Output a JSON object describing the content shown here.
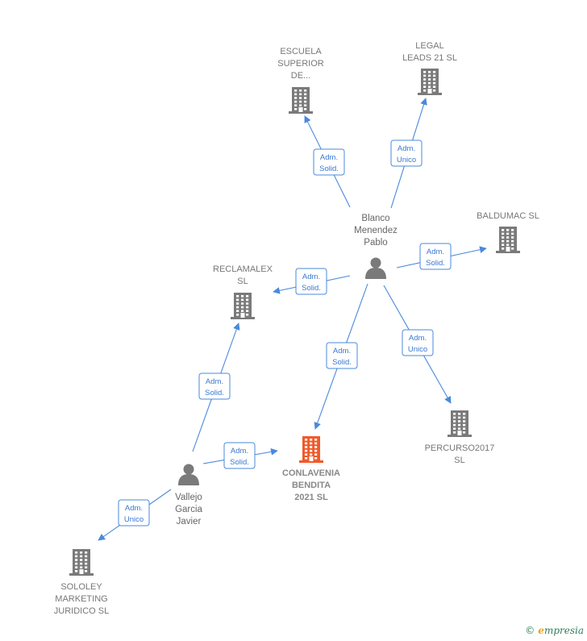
{
  "colors": {
    "edge": "#4a89dc",
    "company": "#7a7a7a",
    "focus_company": "#f05a2a",
    "person": "#7a7a7a"
  },
  "companies": [
    {
      "id": "escuela",
      "lines": [
        "ESCUELA",
        "SUPERIOR",
        "DE..."
      ],
      "focus": false
    },
    {
      "id": "legal",
      "lines": [
        "LEGAL",
        "LEADS 21  SL"
      ],
      "focus": false
    },
    {
      "id": "baldumac",
      "lines": [
        "BALDUMAC  SL"
      ],
      "focus": false
    },
    {
      "id": "reclamalex",
      "lines": [
        "RECLAMALEX",
        "SL"
      ],
      "focus": false
    },
    {
      "id": "percurso",
      "lines": [
        "PERCURSO2017",
        "SL"
      ],
      "focus": false
    },
    {
      "id": "conlavenia",
      "lines": [
        "CONLAVENIA",
        "BENDITA",
        "2021  SL"
      ],
      "focus": true
    },
    {
      "id": "sololey",
      "lines": [
        "SOLOLEY",
        "MARKETING",
        "JURIDICO  SL"
      ],
      "focus": false
    }
  ],
  "persons": [
    {
      "id": "blanco",
      "lines": [
        "Blanco",
        "Menendez",
        "Pablo"
      ]
    },
    {
      "id": "vallejo",
      "lines": [
        "Vallejo",
        "Garcia",
        "Javier"
      ]
    }
  ],
  "edges": [
    {
      "id": "e1",
      "from": "blanco",
      "to": "escuela",
      "label": [
        "Adm.",
        "Solid."
      ]
    },
    {
      "id": "e2",
      "from": "blanco",
      "to": "legal",
      "label": [
        "Adm.",
        "Unico"
      ]
    },
    {
      "id": "e3",
      "from": "blanco",
      "to": "baldumac",
      "label": [
        "Adm.",
        "Solid."
      ]
    },
    {
      "id": "e4",
      "from": "blanco",
      "to": "reclamalex",
      "label": [
        "Adm.",
        "Solid."
      ]
    },
    {
      "id": "e5",
      "from": "blanco",
      "to": "conlavenia",
      "label": [
        "Adm.",
        "Solid."
      ]
    },
    {
      "id": "e6",
      "from": "blanco",
      "to": "percurso",
      "label": [
        "Adm.",
        "Unico"
      ]
    },
    {
      "id": "e7",
      "from": "vallejo",
      "to": "reclamalex",
      "label": [
        "Adm.",
        "Solid."
      ]
    },
    {
      "id": "e8",
      "from": "vallejo",
      "to": "conlavenia",
      "label": [
        "Adm.",
        "Solid."
      ]
    },
    {
      "id": "e9",
      "from": "vallejo",
      "to": "sololey",
      "label": [
        "Adm.",
        "Unico"
      ]
    }
  ],
  "watermark": {
    "copyright": "©",
    "brand_initial": "e",
    "brand_rest": "mpresia"
  }
}
